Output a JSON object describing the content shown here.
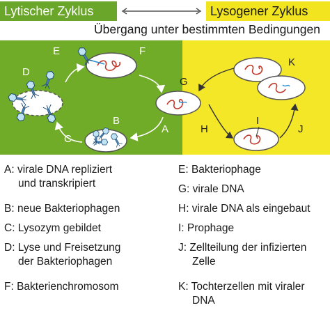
{
  "header": {
    "lytic_title": "Lytischer Zyklus",
    "lysogenic_title": "Lysogener Zyklus",
    "transition": "Übergang unter bestimmten Bedingungen"
  },
  "colors": {
    "lytic_green": "#70ac27",
    "lysogenic_yellow": "#f4e727",
    "chromosome_red": "#c0392b",
    "viral_dna_blue": "#2a8fd6"
  },
  "diagram_labels": {
    "A": "A",
    "B": "B",
    "C": "C",
    "D": "D",
    "E": "E",
    "F": "F",
    "G": "G",
    "H": "H",
    "I": "I",
    "J": "J",
    "K": "K"
  },
  "legend_left": [
    {
      "line1": "A:  virale DNA repliziert",
      "line2": "und transkripiert"
    },
    {
      "line1": "B: neue Bakteriophagen",
      "line2": ""
    },
    {
      "line1": "C: Lysozym gebildet",
      "line2": ""
    },
    {
      "line1": "D: Lyse und Freisetzung",
      "line2": "der Bakteriophagen"
    },
    {
      "line1": "F:  Bakterienchromosom",
      "line2": ""
    }
  ],
  "legend_right": [
    {
      "line1": "E: Bakteriophage",
      "line2": ""
    },
    {
      "line1": "G: virale DNA",
      "line2": ""
    },
    {
      "line1": "H: virale DNA als eingebaut",
      "line2": ""
    },
    {
      "line1": "I:  Prophage",
      "line2": ""
    },
    {
      "line1": "J:  Zellteilung der infizierten",
      "line2": "Zelle"
    },
    {
      "line1": "K:  Tochterzellen mit viraler",
      "line2": "DNA"
    }
  ]
}
